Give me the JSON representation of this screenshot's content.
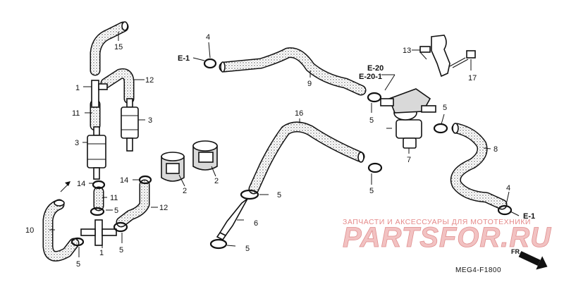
{
  "diagram": {
    "code": "MEG4-F1800",
    "watermark": {
      "tagline": "ЗАПЧАСТИ И АКСЕССУАРЫ ДЛЯ МОТОТЕХНИКИ",
      "logo_text": "PARTSFOR.RU"
    },
    "direction": "FR."
  },
  "refs": {
    "e1_left": "E-1",
    "e1_right": "E-1",
    "e20": "E-20",
    "e201": "E-20-1"
  },
  "callouts": {
    "c1a": "1",
    "c1b": "1",
    "c2a": "2",
    "c2b": "2",
    "c3a": "3",
    "c3b": "3",
    "c4a": "4",
    "c4b": "4",
    "c5a": "5",
    "c5b": "5",
    "c5c": "5",
    "c5d": "5",
    "c5e": "5",
    "c5f": "5",
    "c5g": "5",
    "c5h": "5",
    "c6": "6",
    "c7": "7",
    "c8": "8",
    "c9": "9",
    "c10": "10",
    "c11a": "11",
    "c11b": "11",
    "c12a": "12",
    "c12b": "12",
    "c13": "13",
    "c14a": "14",
    "c14b": "14",
    "c15": "15",
    "c16": "16",
    "c17": "17"
  }
}
